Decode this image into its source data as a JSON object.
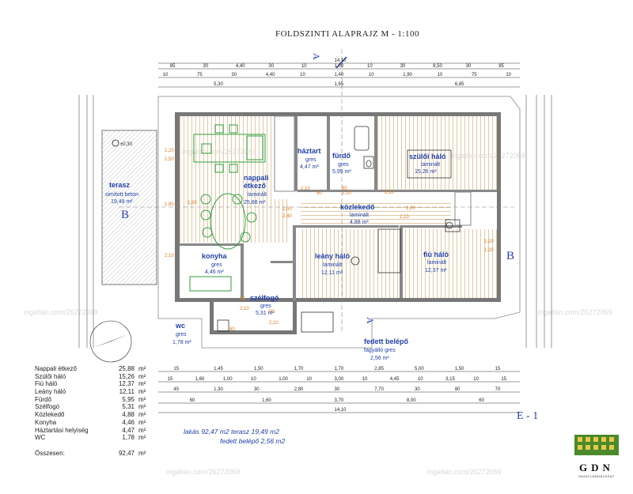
{
  "title": "FOLDSZINTI ALAPRAJZ    M - 1:100",
  "watermark": "ingatlan.com/26272069",
  "rooms": [
    {
      "name": "nappali\nétkező",
      "floor": "laminált",
      "area": "25,88 m²"
    },
    {
      "name": "háztart",
      "floor": "gres",
      "area": "4,47 m²"
    },
    {
      "name": "fürdő",
      "floor": "gres",
      "area": "5,95 m²"
    },
    {
      "name": "szülői háló",
      "floor": "laminált",
      "area": "15,26 m²"
    },
    {
      "name": "terasz",
      "floor": "simított beton",
      "area": "19,49 m²"
    },
    {
      "name": "közlekedő",
      "floor": "laminált",
      "area": "4,88 m²"
    },
    {
      "name": "konyha",
      "floor": "gres",
      "area": "4,46 m²"
    },
    {
      "name": "leány háló",
      "floor": "laminált",
      "area": "12,11 m²"
    },
    {
      "name": "fiú háló",
      "floor": "laminált",
      "area": "12,37 m²"
    },
    {
      "name": "szélfogó",
      "floor": "gres",
      "area": "5,31 m²"
    },
    {
      "name": "wc",
      "floor": "gres",
      "area": "1,78 m²"
    },
    {
      "name": "fedett belépő",
      "floor": "fagyálló gres",
      "area": "2,56 m²"
    }
  ],
  "section_marks": {
    "a": "A",
    "b": "B",
    "e": "E - 1"
  },
  "level_mark": "±0,30",
  "dims": {
    "top1": [
      "85",
      "30",
      "4,40",
      "30",
      "10",
      "1,00",
      "10",
      "30",
      "8,50",
      "30",
      "85"
    ],
    "top2": [
      "10",
      "75",
      "30",
      "4,40",
      "10",
      "1,40",
      "10",
      "1,90",
      "10",
      "75",
      "10"
    ],
    "top3": [
      "14,10"
    ],
    "top4": [
      "5,30",
      "1,65",
      "6,85"
    ],
    "bottom1": [
      "15",
      "1,45",
      "1,50",
      "1,70",
      "1,70",
      "2,85",
      "5,00",
      "1,50",
      "15"
    ],
    "bottom2": [
      "15",
      "1,60",
      "1,00",
      "10",
      "1,00",
      "10",
      "3,00",
      "10",
      "4,45",
      "10",
      "3,15",
      "10",
      "15"
    ],
    "bottom3": [
      "45",
      "1,30",
      "30",
      "2,80",
      "30",
      "7,70",
      "30",
      "80",
      "70"
    ],
    "bottom4": [
      "60",
      "1,60",
      "3,70",
      "8,00",
      "60"
    ],
    "bottom5": [
      "14,10"
    ]
  },
  "orange_dims": [
    "1,80",
    "2,40",
    "1,00",
    "2,10",
    "90",
    "2,10",
    "90",
    "2,10",
    "1,20",
    "2,10",
    "1,20",
    "1,50",
    "1,20",
    "1,20",
    "1,80",
    "2,10",
    "75",
    "2,10",
    "90",
    "2,10",
    "60"
  ],
  "area_table": [
    {
      "name": "Nappali étkező",
      "value": "25,88",
      "unit": "m²"
    },
    {
      "name": "Szülői háló",
      "value": "15,26",
      "unit": "m²"
    },
    {
      "name": "Fiú háló",
      "value": "12,37",
      "unit": "m²"
    },
    {
      "name": "Leány háló",
      "value": "12,11",
      "unit": "m²"
    },
    {
      "name": "Fürdő",
      "value": "5,95",
      "unit": "m²"
    },
    {
      "name": "Szélfogó",
      "value": "5,31",
      "unit": "m²"
    },
    {
      "name": "Közlekedő",
      "value": "4,88",
      "unit": "m²"
    },
    {
      "name": "Konyha",
      "value": "4,46",
      "unit": "m²"
    },
    {
      "name": "Háztartási helyiség",
      "value": "4,47",
      "unit": "m²"
    },
    {
      "name": "WC",
      "value": "1,78",
      "unit": "m²"
    }
  ],
  "area_total": {
    "name": "Összesen:",
    "value": "92,47",
    "unit": "m²"
  },
  "summary": {
    "line1": "lakás  92,47 m2  terasz 19,49 m2",
    "line2": "fedett belépő 2,56 m2"
  },
  "logo": {
    "text": "GDN",
    "sub": "INGATLANHÁLÓZAT"
  },
  "colors": {
    "room_label": "#1f3fa8",
    "dim_orange": "#e07a1e",
    "furniture": "#2e9e3a",
    "wall": "#555555",
    "hatch": "#b08850",
    "marker_blue": "#2a3fb0"
  }
}
